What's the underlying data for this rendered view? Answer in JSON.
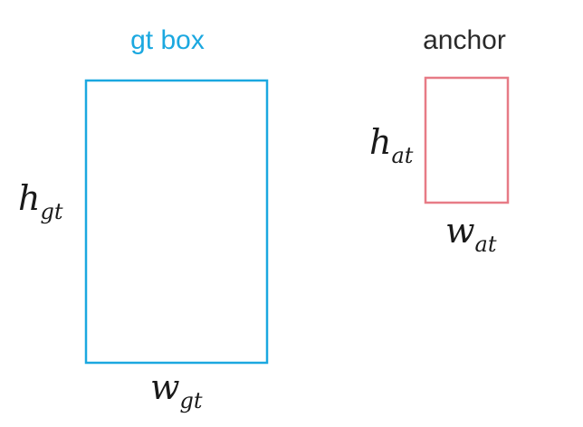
{
  "colors": {
    "gt": "#1ba8e0",
    "anchor": "#e77b86",
    "text": "#2a2a2a"
  },
  "gt_box": {
    "title": "gt box",
    "height_symbol": "h",
    "height_subscript": "gt",
    "width_symbol": "w",
    "width_subscript": "gt"
  },
  "anchor_box": {
    "title": "anchor",
    "height_symbol": "h",
    "height_subscript": "at",
    "width_symbol": "w",
    "width_subscript": "at"
  }
}
